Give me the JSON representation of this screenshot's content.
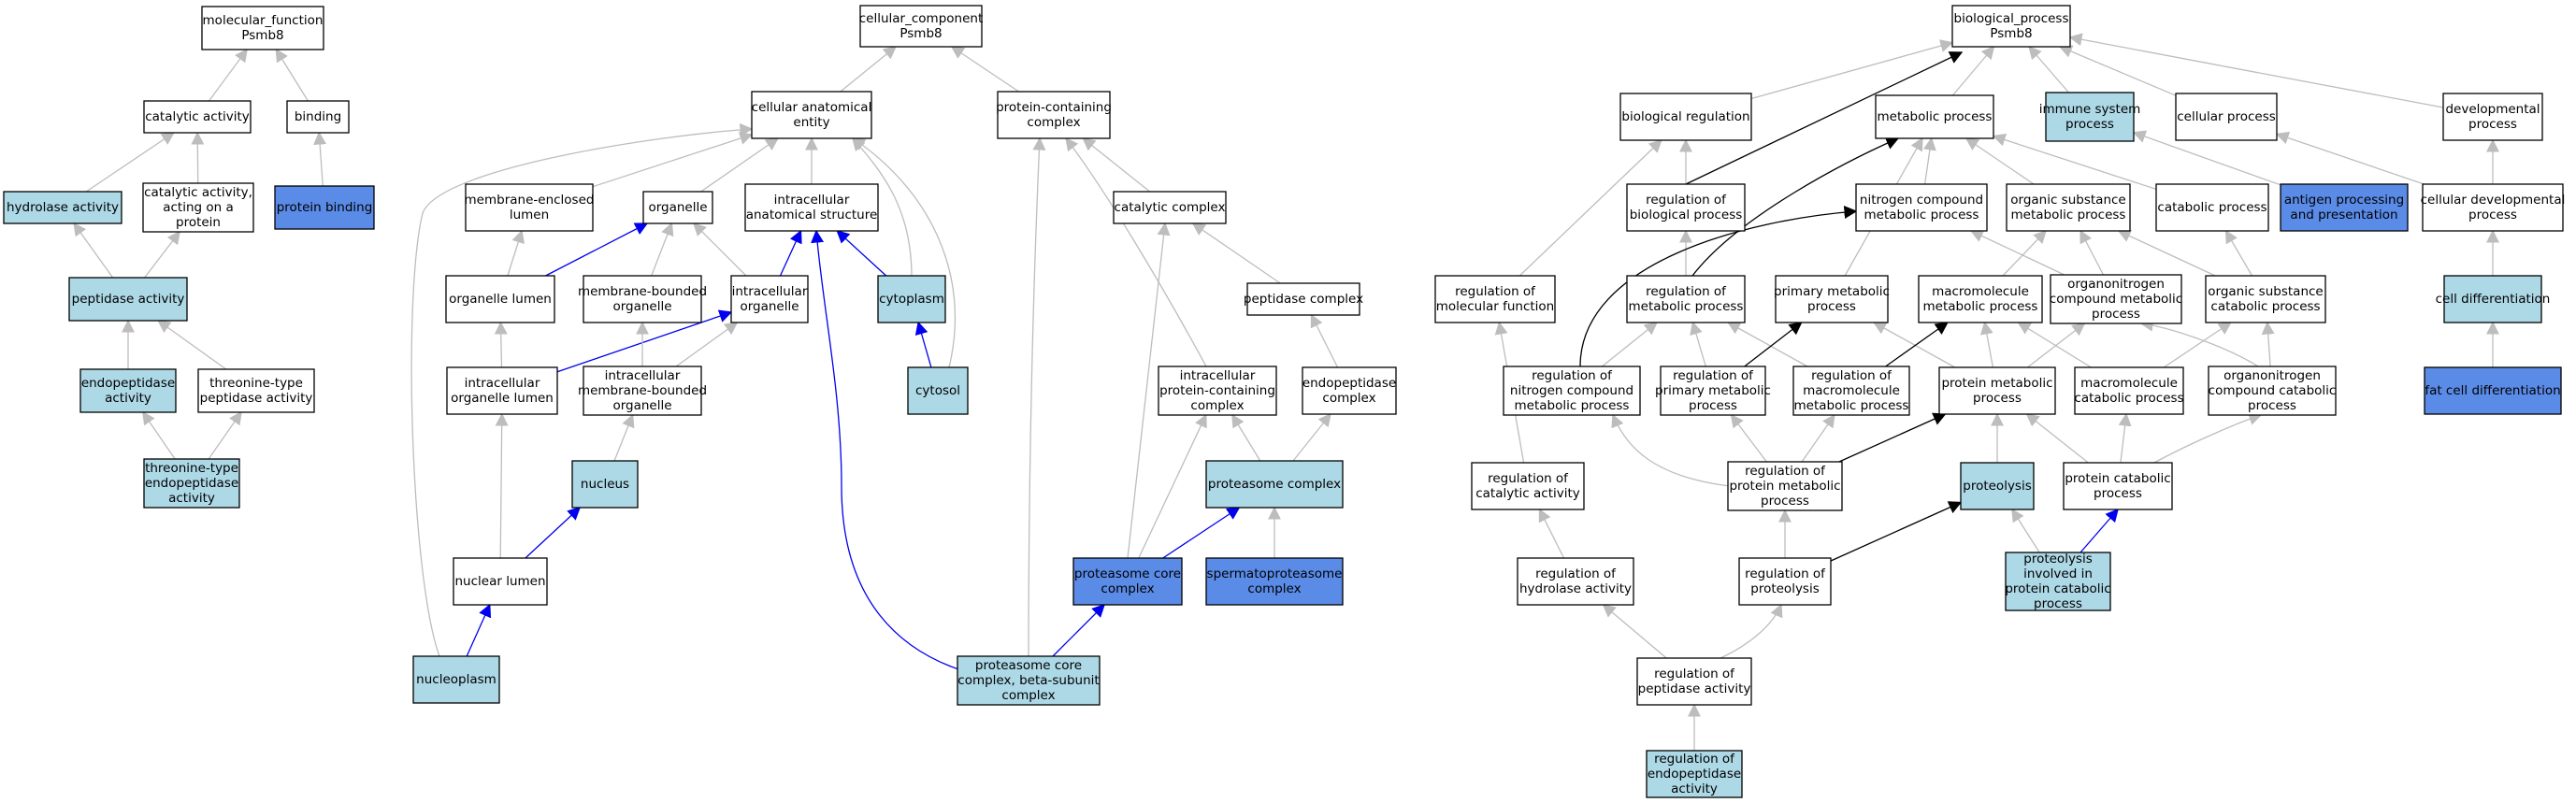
{
  "colors": {
    "plain": "#ffffff",
    "light": "#add8e6",
    "dark": "#5a8be7",
    "edge_gray": "#bdbdbd",
    "edge_black": "#000000",
    "edge_blue": "#0000ee"
  },
  "nodes": [
    {
      "id": "mf",
      "lines": [
        "molecular_function",
        "Psmb8"
      ],
      "fill": "plain"
    },
    {
      "id": "catalytic",
      "lines": [
        "catalytic activity"
      ],
      "fill": "plain"
    },
    {
      "id": "binding",
      "lines": [
        "binding"
      ],
      "fill": "plain"
    },
    {
      "id": "hydrolase",
      "lines": [
        "hydrolase activity"
      ],
      "fill": "light"
    },
    {
      "id": "cat_protein",
      "lines": [
        "catalytic activity,",
        "acting on a",
        "protein"
      ],
      "fill": "plain"
    },
    {
      "id": "protein_binding",
      "lines": [
        "protein binding"
      ],
      "fill": "dark"
    },
    {
      "id": "peptidase",
      "lines": [
        "peptidase activity"
      ],
      "fill": "light"
    },
    {
      "id": "endopeptidase",
      "lines": [
        "endopeptidase",
        "activity"
      ],
      "fill": "light"
    },
    {
      "id": "thr_peptidase",
      "lines": [
        "threonine-type",
        "peptidase activity"
      ],
      "fill": "plain"
    },
    {
      "id": "thr_endo",
      "lines": [
        "threonine-type",
        "endopeptidase",
        "activity"
      ],
      "fill": "light"
    },
    {
      "id": "cc",
      "lines": [
        "cellular_component",
        "Psmb8"
      ],
      "fill": "plain"
    },
    {
      "id": "cae",
      "lines": [
        "cellular anatomical",
        "entity"
      ],
      "fill": "plain"
    },
    {
      "id": "pcc",
      "lines": [
        "protein-containing",
        "complex"
      ],
      "fill": "plain"
    },
    {
      "id": "mem_lumen",
      "lines": [
        "membrane-enclosed",
        "lumen"
      ],
      "fill": "plain"
    },
    {
      "id": "organelle",
      "lines": [
        "organelle"
      ],
      "fill": "plain"
    },
    {
      "id": "ias",
      "lines": [
        "intracellular",
        "anatomical structure"
      ],
      "fill": "plain"
    },
    {
      "id": "catalytic_complex",
      "lines": [
        "catalytic complex"
      ],
      "fill": "plain"
    },
    {
      "id": "org_lumen",
      "lines": [
        "organelle lumen"
      ],
      "fill": "plain"
    },
    {
      "id": "mbo",
      "lines": [
        "membrane-bounded",
        "organelle"
      ],
      "fill": "plain"
    },
    {
      "id": "intra_org",
      "lines": [
        "intracellular",
        "organelle"
      ],
      "fill": "plain"
    },
    {
      "id": "cytoplasm",
      "lines": [
        "cytoplasm"
      ],
      "fill": "light"
    },
    {
      "id": "peptidase_complex",
      "lines": [
        "peptidase complex"
      ],
      "fill": "plain"
    },
    {
      "id": "iol",
      "lines": [
        "intracellular",
        "organelle lumen"
      ],
      "fill": "plain"
    },
    {
      "id": "imbo",
      "lines": [
        "intracellular",
        "membrane-bounded",
        "organelle"
      ],
      "fill": "plain"
    },
    {
      "id": "cytosol",
      "lines": [
        "cytosol"
      ],
      "fill": "light"
    },
    {
      "id": "ipcc",
      "lines": [
        "intracellular",
        "protein-containing",
        "complex"
      ],
      "fill": "plain"
    },
    {
      "id": "endo_complex",
      "lines": [
        "endopeptidase",
        "complex"
      ],
      "fill": "plain"
    },
    {
      "id": "nucleus",
      "lines": [
        "nucleus"
      ],
      "fill": "light"
    },
    {
      "id": "proteasome_complex",
      "lines": [
        "proteasome complex"
      ],
      "fill": "light"
    },
    {
      "id": "proteasome_core",
      "lines": [
        "proteasome core",
        "complex"
      ],
      "fill": "dark"
    },
    {
      "id": "spermato",
      "lines": [
        "spermatoproteasome",
        "complex"
      ],
      "fill": "dark"
    },
    {
      "id": "nuclear_lumen",
      "lines": [
        "nuclear lumen"
      ],
      "fill": "plain"
    },
    {
      "id": "nucleoplasm",
      "lines": [
        "nucleoplasm"
      ],
      "fill": "light"
    },
    {
      "id": "core_beta",
      "lines": [
        "proteasome core",
        "complex, beta-subunit",
        "complex"
      ],
      "fill": "light"
    },
    {
      "id": "bp",
      "lines": [
        "biological_process",
        "Psmb8"
      ],
      "fill": "plain"
    },
    {
      "id": "bio_reg",
      "lines": [
        "biological regulation"
      ],
      "fill": "plain"
    },
    {
      "id": "metabolic",
      "lines": [
        "metabolic process"
      ],
      "fill": "plain"
    },
    {
      "id": "immune",
      "lines": [
        "immune system",
        "process"
      ],
      "fill": "light"
    },
    {
      "id": "cellular_proc",
      "lines": [
        "cellular process"
      ],
      "fill": "plain"
    },
    {
      "id": "developmental",
      "lines": [
        "developmental",
        "process"
      ],
      "fill": "plain"
    },
    {
      "id": "reg_bio",
      "lines": [
        "regulation of",
        "biological process"
      ],
      "fill": "plain"
    },
    {
      "id": "nitrogen",
      "lines": [
        "nitrogen compound",
        "metabolic process"
      ],
      "fill": "plain"
    },
    {
      "id": "organic_sub",
      "lines": [
        "organic substance",
        "metabolic process"
      ],
      "fill": "plain"
    },
    {
      "id": "catabolic",
      "lines": [
        "catabolic process"
      ],
      "fill": "plain"
    },
    {
      "id": "antigen",
      "lines": [
        "antigen processing",
        "and presentation"
      ],
      "fill": "dark"
    },
    {
      "id": "cell_dev",
      "lines": [
        "cellular developmental",
        "process"
      ],
      "fill": "plain"
    },
    {
      "id": "reg_mol",
      "lines": [
        "regulation of",
        "molecular function"
      ],
      "fill": "plain"
    },
    {
      "id": "reg_met",
      "lines": [
        "regulation of",
        "metabolic process"
      ],
      "fill": "plain"
    },
    {
      "id": "primary",
      "lines": [
        "primary metabolic",
        "process"
      ],
      "fill": "plain"
    },
    {
      "id": "macromol_met",
      "lines": [
        "macromolecule",
        "metabolic process"
      ],
      "fill": "plain"
    },
    {
      "id": "organonitrogen_met",
      "lines": [
        "organonitrogen",
        "compound metabolic",
        "process"
      ],
      "fill": "plain"
    },
    {
      "id": "organic_cat",
      "lines": [
        "organic substance",
        "catabolic process"
      ],
      "fill": "plain"
    },
    {
      "id": "cell_diff",
      "lines": [
        "cell differentiation"
      ],
      "fill": "light"
    },
    {
      "id": "reg_nitrogen",
      "lines": [
        "regulation of",
        "nitrogen compound",
        "metabolic process"
      ],
      "fill": "plain"
    },
    {
      "id": "reg_primary",
      "lines": [
        "regulation of",
        "primary metabolic",
        "process"
      ],
      "fill": "plain"
    },
    {
      "id": "reg_macro",
      "lines": [
        "regulation of",
        "macromolecule",
        "metabolic process"
      ],
      "fill": "plain"
    },
    {
      "id": "protein_met",
      "lines": [
        "protein metabolic",
        "process"
      ],
      "fill": "plain"
    },
    {
      "id": "macro_cat",
      "lines": [
        "macromolecule",
        "catabolic process"
      ],
      "fill": "plain"
    },
    {
      "id": "organonitrogen_cat",
      "lines": [
        "organonitrogen",
        "compound catabolic",
        "process"
      ],
      "fill": "plain"
    },
    {
      "id": "fat_cell",
      "lines": [
        "fat cell differentiation"
      ],
      "fill": "dark"
    },
    {
      "id": "reg_cat",
      "lines": [
        "regulation of",
        "catalytic activity"
      ],
      "fill": "plain"
    },
    {
      "id": "reg_protein_met",
      "lines": [
        "regulation of",
        "protein metabolic",
        "process"
      ],
      "fill": "plain"
    },
    {
      "id": "proteolysis",
      "lines": [
        "proteolysis"
      ],
      "fill": "light"
    },
    {
      "id": "protein_cat",
      "lines": [
        "protein catabolic",
        "process"
      ],
      "fill": "plain"
    },
    {
      "id": "reg_hydrolase",
      "lines": [
        "regulation of",
        "hydrolase activity"
      ],
      "fill": "plain"
    },
    {
      "id": "reg_proteolysis",
      "lines": [
        "regulation of",
        "proteolysis"
      ],
      "fill": "plain"
    },
    {
      "id": "proteolysis_pc",
      "lines": [
        "proteolysis",
        "involved in",
        "protein catabolic",
        "process"
      ],
      "fill": "light"
    },
    {
      "id": "reg_peptidase",
      "lines": [
        "regulation of",
        "peptidase activity"
      ],
      "fill": "plain"
    },
    {
      "id": "reg_endo",
      "lines": [
        "regulation of",
        "endopeptidase",
        "activity"
      ],
      "fill": "light"
    }
  ],
  "edges": [
    [
      "catalytic",
      "mf",
      "gray"
    ],
    [
      "binding",
      "mf",
      "gray"
    ],
    [
      "hydrolase",
      "catalytic",
      "gray"
    ],
    [
      "cat_protein",
      "catalytic",
      "gray"
    ],
    [
      "protein_binding",
      "binding",
      "gray"
    ],
    [
      "peptidase",
      "hydrolase",
      "gray"
    ],
    [
      "peptidase",
      "cat_protein",
      "gray"
    ],
    [
      "endopeptidase",
      "peptidase",
      "gray"
    ],
    [
      "thr_peptidase",
      "peptidase",
      "gray"
    ],
    [
      "thr_endo",
      "endopeptidase",
      "gray"
    ],
    [
      "thr_endo",
      "thr_peptidase",
      "gray"
    ],
    [
      "cae",
      "cc",
      "gray"
    ],
    [
      "pcc",
      "cc",
      "gray"
    ],
    [
      "mem_lumen",
      "cae",
      "gray"
    ],
    [
      "organelle",
      "cae",
      "gray"
    ],
    [
      "ias",
      "cae",
      "gray"
    ],
    [
      "cytoplasm",
      "cae",
      "gray"
    ],
    [
      "cytosol",
      "cae",
      "gray"
    ],
    [
      "nucleoplasm",
      "cae",
      "gray"
    ],
    [
      "catalytic_complex",
      "pcc",
      "gray"
    ],
    [
      "ipcc",
      "pcc",
      "gray"
    ],
    [
      "core_beta",
      "pcc",
      "gray"
    ],
    [
      "org_lumen",
      "mem_lumen",
      "gray"
    ],
    [
      "org_lumen",
      "organelle",
      "blue"
    ],
    [
      "mbo",
      "organelle",
      "gray"
    ],
    [
      "intra_org",
      "organelle",
      "gray"
    ],
    [
      "intra_org",
      "ias",
      "blue"
    ],
    [
      "cytoplasm",
      "ias",
      "blue"
    ],
    [
      "core_beta",
      "ias",
      "blue"
    ],
    [
      "iol",
      "org_lumen",
      "gray"
    ],
    [
      "iol",
      "intra_org",
      "blue"
    ],
    [
      "imbo",
      "mbo",
      "gray"
    ],
    [
      "imbo",
      "intra_org",
      "gray"
    ],
    [
      "cytosol",
      "cytoplasm",
      "blue"
    ],
    [
      "peptidase_complex",
      "catalytic_complex",
      "gray"
    ],
    [
      "proteasome_core",
      "catalytic_complex",
      "gray"
    ],
    [
      "endo_complex",
      "peptidase_complex",
      "gray"
    ],
    [
      "nucleus",
      "imbo",
      "gray"
    ],
    [
      "proteasome_complex",
      "ipcc",
      "gray"
    ],
    [
      "proteasome_complex",
      "endo_complex",
      "gray"
    ],
    [
      "proteasome_core",
      "ipcc",
      "gray"
    ],
    [
      "proteasome_core",
      "proteasome_complex",
      "blue"
    ],
    [
      "spermato",
      "proteasome_complex",
      "gray"
    ],
    [
      "nuclear_lumen",
      "iol",
      "gray"
    ],
    [
      "nuclear_lumen",
      "nucleus",
      "blue"
    ],
    [
      "nucleoplasm",
      "nuclear_lumen",
      "blue"
    ],
    [
      "core_beta",
      "proteasome_core",
      "blue"
    ],
    [
      "bio_reg",
      "bp",
      "gray"
    ],
    [
      "metabolic",
      "bp",
      "gray"
    ],
    [
      "immune",
      "bp",
      "gray"
    ],
    [
      "cellular_proc",
      "bp",
      "gray"
    ],
    [
      "developmental",
      "bp",
      "gray"
    ],
    [
      "reg_bio",
      "bp",
      "black"
    ],
    [
      "reg_bio",
      "bio_reg",
      "gray"
    ],
    [
      "reg_mol",
      "bio_reg",
      "gray"
    ],
    [
      "nitrogen",
      "metabolic",
      "gray"
    ],
    [
      "organic_sub",
      "metabolic",
      "gray"
    ],
    [
      "catabolic",
      "metabolic",
      "gray"
    ],
    [
      "primary",
      "metabolic",
      "gray"
    ],
    [
      "reg_met",
      "metabolic",
      "black"
    ],
    [
      "antigen",
      "immune",
      "gray"
    ],
    [
      "cell_dev",
      "cellular_proc",
      "gray"
    ],
    [
      "cell_dev",
      "developmental",
      "gray"
    ],
    [
      "reg_met",
      "reg_bio",
      "gray"
    ],
    [
      "organonitrogen_met",
      "nitrogen",
      "gray"
    ],
    [
      "reg_nitrogen",
      "nitrogen",
      "black"
    ],
    [
      "macromol_met",
      "organic_sub",
      "gray"
    ],
    [
      "organonitrogen_met",
      "organic_sub",
      "gray"
    ],
    [
      "organic_cat",
      "organic_sub",
      "gray"
    ],
    [
      "organic_cat",
      "catabolic",
      "gray"
    ],
    [
      "cell_diff",
      "cell_dev",
      "gray"
    ],
    [
      "reg_cat",
      "reg_mol",
      "gray"
    ],
    [
      "reg_nitrogen",
      "reg_met",
      "gray"
    ],
    [
      "reg_primary",
      "reg_met",
      "gray"
    ],
    [
      "reg_macro",
      "reg_met",
      "gray"
    ],
    [
      "reg_primary",
      "primary",
      "black"
    ],
    [
      "protein_met",
      "primary",
      "gray"
    ],
    [
      "protein_met",
      "macromol_met",
      "gray"
    ],
    [
      "macro_cat",
      "macromol_met",
      "gray"
    ],
    [
      "reg_macro",
      "macromol_met",
      "black"
    ],
    [
      "protein_met",
      "organonitrogen_met",
      "gray"
    ],
    [
      "organonitrogen_cat",
      "organonitrogen_met",
      "gray"
    ],
    [
      "macro_cat",
      "organic_cat",
      "gray"
    ],
    [
      "organonitrogen_cat",
      "organic_cat",
      "gray"
    ],
    [
      "fat_cell",
      "cell_diff",
      "gray"
    ],
    [
      "reg_protein_met",
      "reg_nitrogen",
      "gray"
    ],
    [
      "reg_protein_met",
      "reg_primary",
      "gray"
    ],
    [
      "reg_protein_met",
      "reg_macro",
      "gray"
    ],
    [
      "reg_protein_met",
      "protein_met",
      "black"
    ],
    [
      "proteolysis",
      "protein_met",
      "gray"
    ],
    [
      "protein_cat",
      "protein_met",
      "gray"
    ],
    [
      "protein_cat",
      "macro_cat",
      "gray"
    ],
    [
      "protein_cat",
      "organonitrogen_cat",
      "gray"
    ],
    [
      "reg_hydrolase",
      "reg_cat",
      "gray"
    ],
    [
      "reg_proteolysis",
      "reg_protein_met",
      "gray"
    ],
    [
      "reg_proteolysis",
      "proteolysis",
      "black"
    ],
    [
      "proteolysis_pc",
      "proteolysis",
      "gray"
    ],
    [
      "proteolysis_pc",
      "protein_cat",
      "blue"
    ],
    [
      "reg_peptidase",
      "reg_hydrolase",
      "gray"
    ],
    [
      "reg_peptidase",
      "reg_proteolysis",
      "gray"
    ],
    [
      "reg_endo",
      "reg_peptidase",
      "gray"
    ]
  ]
}
